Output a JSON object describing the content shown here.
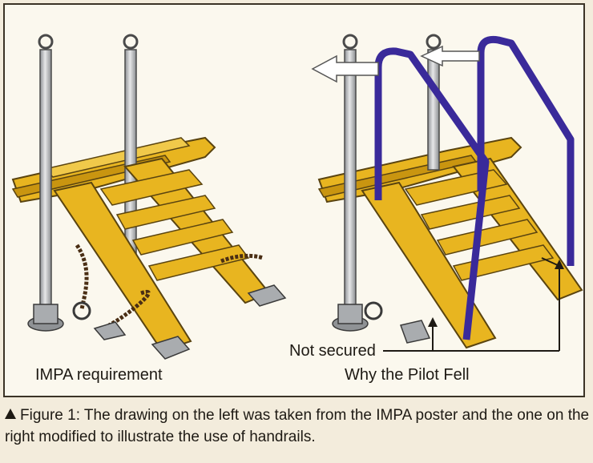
{
  "figure": {
    "left_label": "IMPA requirement",
    "right_label": "Why the Pilot Fell",
    "not_secured_label": "Not secured",
    "caption": "Figure 1: The drawing on the left was taken from the IMPA poster and the one on the right modified to illustrate the use of handrails."
  },
  "colors": {
    "background": "#f3ecdc",
    "panel": "#fbf8ee",
    "stair_yellow": "#e8b520",
    "stanchion_grey": "#b9bcbf",
    "handrail_purple": "#3a2a9a"
  },
  "icons": [
    "triangle-up-icon",
    "arrow-left-icon"
  ]
}
